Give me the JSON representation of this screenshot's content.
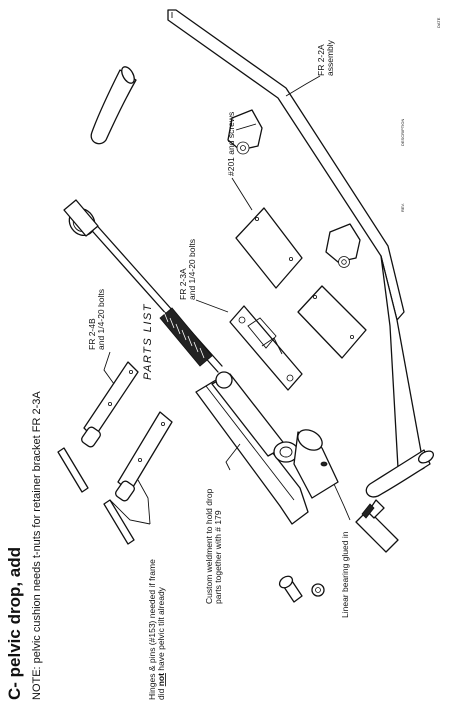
{
  "header": {
    "title": "C- pelvic drop, add",
    "note": "NOTE:  pelvic cushion needs t-nuts for retainer bracket FR 2-3A",
    "subtitle": "PARTS LIST"
  },
  "title_block": {
    "rev": "REV.",
    "description": "DESCRIPTION",
    "date": "DATE"
  },
  "labels": {
    "fr22a_line1": "FR 2-2A",
    "fr22a_line2": "assembly",
    "screws": "#201 and screws",
    "fr23a_line1": "FR 2-3A",
    "fr23a_line2": "and 1/4-20 bolts",
    "fr24b_line1": "FR 2-4B",
    "fr24b_line2": "and 1/4-20 bolts",
    "hinges_line1": "Hinges & pins (#153) needed if frame",
    "hinges_line2_a": "did ",
    "hinges_line2_not": "not",
    "hinges_line2_b": " have pelvic tilt already",
    "weldment_line1": "Custom weldment to hold drop",
    "weldment_line2": "parts together with # 179",
    "bearing": "Linear bearing glued in"
  }
}
